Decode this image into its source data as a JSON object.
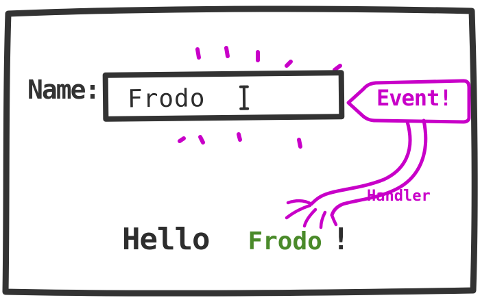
{
  "form": {
    "label": "Name:",
    "input_value": "Frodo"
  },
  "annotations": {
    "event_label": "Event!",
    "handler_label": "Handler"
  },
  "output": {
    "greeting": "Hello",
    "name": "Frodo",
    "punctuation": "!"
  },
  "colors": {
    "ink": "#333333",
    "accent_magenta": "#c800c8",
    "name_green": "#4a8a2a"
  }
}
